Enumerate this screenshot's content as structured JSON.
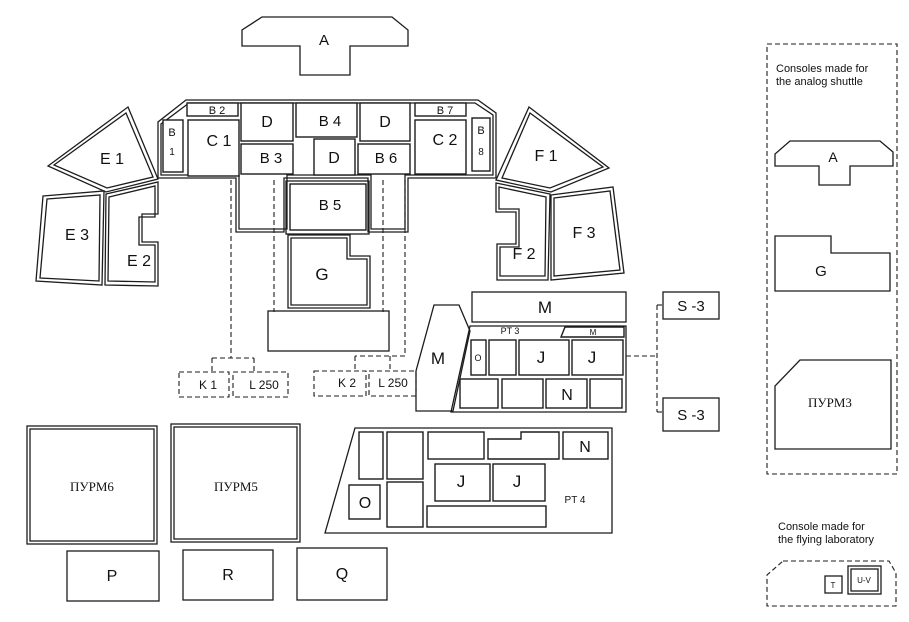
{
  "labels": {
    "A": "A",
    "B1a": "B",
    "B1b": "1",
    "B2": "B 2",
    "B3": "B 3",
    "B4": "B 4",
    "B5": "B 5",
    "B6": "B 6",
    "B7": "B 7",
    "B8a": "B",
    "B8b": "8",
    "C1": "C 1",
    "C2": "C 2",
    "D_left": "D",
    "D_right": "D",
    "D_mid": "D",
    "E1": "E 1",
    "E2": "E 2",
    "E3": "E 3",
    "F1": "F 1",
    "F2": "F 2",
    "F3": "F 3",
    "G": "G",
    "M_top": "M",
    "M_tall": "M",
    "M_small": "M",
    "PT3": "PT 3",
    "PT4": "PT 4",
    "O_small": "O",
    "J1": "J",
    "J2": "J",
    "J3": "J",
    "J4": "J",
    "N1": "N",
    "N2": "N",
    "O_big": "O",
    "S3_top": "S -3",
    "S3_bottom": "S -3",
    "K1": "K 1",
    "L250_left": "L 250",
    "K2": "K 2",
    "L250_right": "L 250",
    "PURM6": "ПУРМ6",
    "PURM5": "ПУРМ5",
    "P": "P",
    "R": "R",
    "Q": "Q"
  },
  "legend_analog": {
    "title_line1": "Consoles made for",
    "title_line2": "the analog shuttle",
    "A": "A",
    "G": "G",
    "PURM3": "ПУРМ3"
  },
  "legend_lab": {
    "title_line1": "Console made for",
    "title_line2": "the flying laboratory",
    "T": "T",
    "UV": "U-V"
  }
}
